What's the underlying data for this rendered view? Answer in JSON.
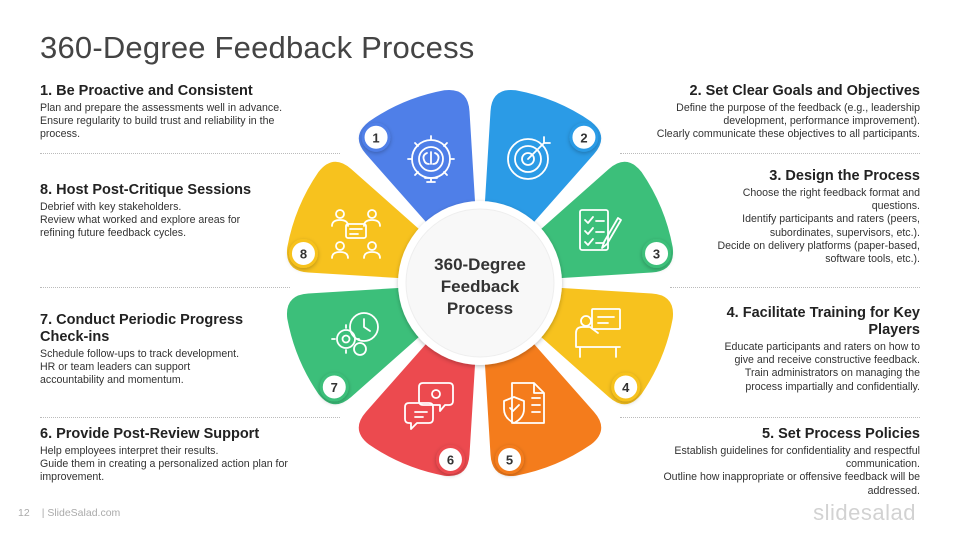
{
  "title": "360-Degree Feedback Process",
  "center": {
    "lines": [
      "360-Degree",
      "Feedback",
      "Process"
    ]
  },
  "steps": [
    {
      "num": "1",
      "heading": "1. Be Proactive and Consistent",
      "lines": [
        "Plan and prepare the assessments well in advance.",
        "Ensure regularity to build trust and reliability in the",
        "process."
      ],
      "color": "#4F7FE8",
      "icon": "brain-gear-icon"
    },
    {
      "num": "2",
      "heading": "2. Set Clear Goals and Objectives",
      "lines": [
        "Define the purpose of the feedback (e.g., leadership",
        "development, performance improvement).",
        "Clearly communicate these objectives to all participants."
      ],
      "color": "#2B9BE6",
      "icon": "target-icon"
    },
    {
      "num": "3",
      "heading": "3. Design the Process",
      "lines": [
        "Choose the right feedback format and",
        "questions.",
        "Identify participants and raters (peers,",
        "subordinates, supervisors, etc.).",
        "Decide on delivery platforms (paper-based,",
        "software tools, etc.)."
      ],
      "color": "#3CBF7A",
      "icon": "checklist-pen-icon"
    },
    {
      "num": "4",
      "heading": "4. Facilitate Training for Key Players",
      "lines": [
        "Educate participants and raters on how to",
        "give and receive constructive feedback.",
        "Train administrators on managing the",
        "process impartially and confidentially."
      ],
      "color": "#F7C21E",
      "icon": "presentation-icon"
    },
    {
      "num": "5",
      "heading": "5. Set Process Policies",
      "lines": [
        "Establish guidelines for confidentiality and respectful",
        "communication.",
        "Outline how inappropriate or offensive feedback will be",
        "addressed."
      ],
      "color": "#F47C1C",
      "icon": "policy-shield-icon"
    },
    {
      "num": "6",
      "heading": "6. Provide Post-Review Support",
      "lines": [
        "Help employees interpret their results.",
        "Guide them in creating a personalized action plan for",
        "improvement."
      ],
      "color": "#EC4A4F",
      "icon": "chat-gear-icon"
    },
    {
      "num": "7",
      "heading": "7. Conduct Periodic Progress Check-ins",
      "lines": [
        "Schedule follow-ups to track development.",
        "HR or team leaders can support",
        "accountability and momentum."
      ],
      "color": "#3CBF7A",
      "icon": "gears-clock-icon"
    },
    {
      "num": "8",
      "heading": "8. Host Post-Critique Sessions",
      "lines": [
        "Debrief with key stakeholders.",
        "Review what worked and explore areas for",
        "refining future feedback cycles."
      ],
      "color": "#F7C21E",
      "icon": "meeting-icon"
    }
  ],
  "footer": {
    "page": "12",
    "site": "| SlideSalad.com",
    "brand": "slidesalad"
  }
}
